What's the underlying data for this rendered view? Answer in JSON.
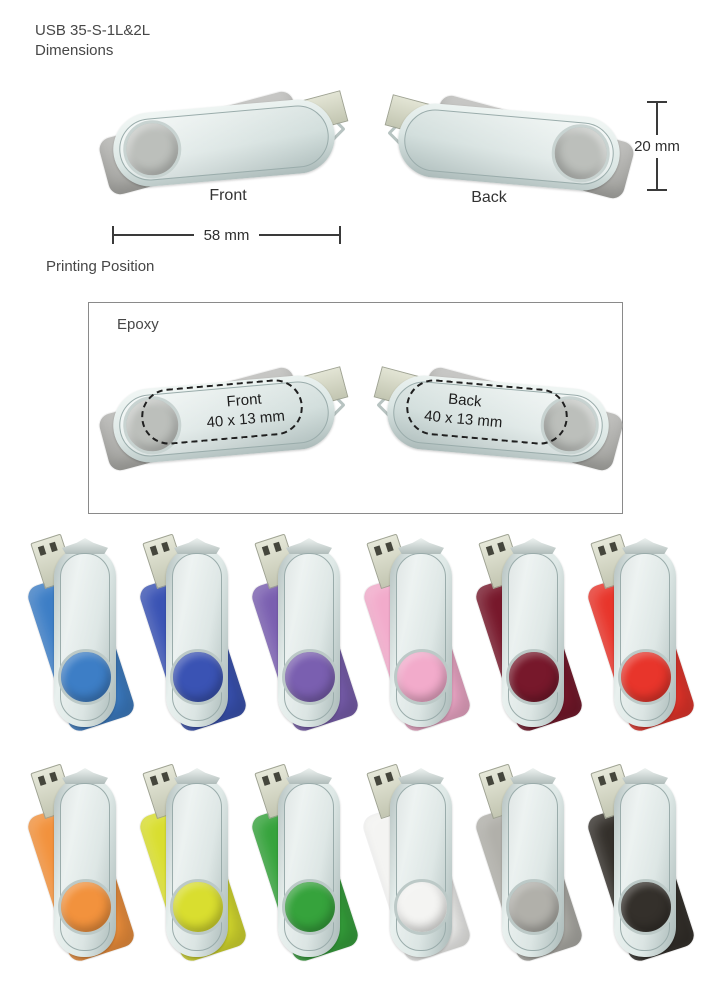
{
  "header": {
    "product_code": "USB 35-S-1L&2L",
    "section_title": "Dimensions"
  },
  "dimension_section": {
    "front_label": "Front",
    "back_label": "Back",
    "height": "20 mm",
    "width": "58 mm"
  },
  "printing_section": {
    "title": "Printing Position",
    "method": "Epoxy",
    "front": {
      "label": "Front",
      "area": "40 x 13 mm"
    },
    "back": {
      "label": "Back",
      "area": "40 x 13 mm"
    }
  },
  "palette": {
    "clip_highlight": "#EAF2F0",
    "clip_base": "#CCD9D8",
    "clip_shadow": "#A9B8B7",
    "body_gray": "#B9B9B5",
    "hole_gray": "#BCBFBB",
    "connector_metal": "#D8DBC7",
    "dimension_line": "#3A3A3A",
    "text_dark": "#3F3F3F"
  },
  "color_variants": {
    "rows": [
      [
        {
          "name": "blue",
          "hex": "#3D7EC6"
        },
        {
          "name": "royal-blue",
          "hex": "#3A53B4"
        },
        {
          "name": "purple",
          "hex": "#7A5FB0"
        },
        {
          "name": "pink",
          "hex": "#F2ABCB"
        },
        {
          "name": "maroon",
          "hex": "#77182B"
        },
        {
          "name": "red",
          "hex": "#E8352B"
        }
      ],
      [
        {
          "name": "orange",
          "hex": "#F2923D"
        },
        {
          "name": "yellow-green",
          "hex": "#D9DE2F"
        },
        {
          "name": "green",
          "hex": "#36A33C"
        },
        {
          "name": "white",
          "hex": "#F4F4F2"
        },
        {
          "name": "gray",
          "hex": "#B1B0AA"
        },
        {
          "name": "black",
          "hex": "#34302B"
        }
      ]
    ]
  }
}
